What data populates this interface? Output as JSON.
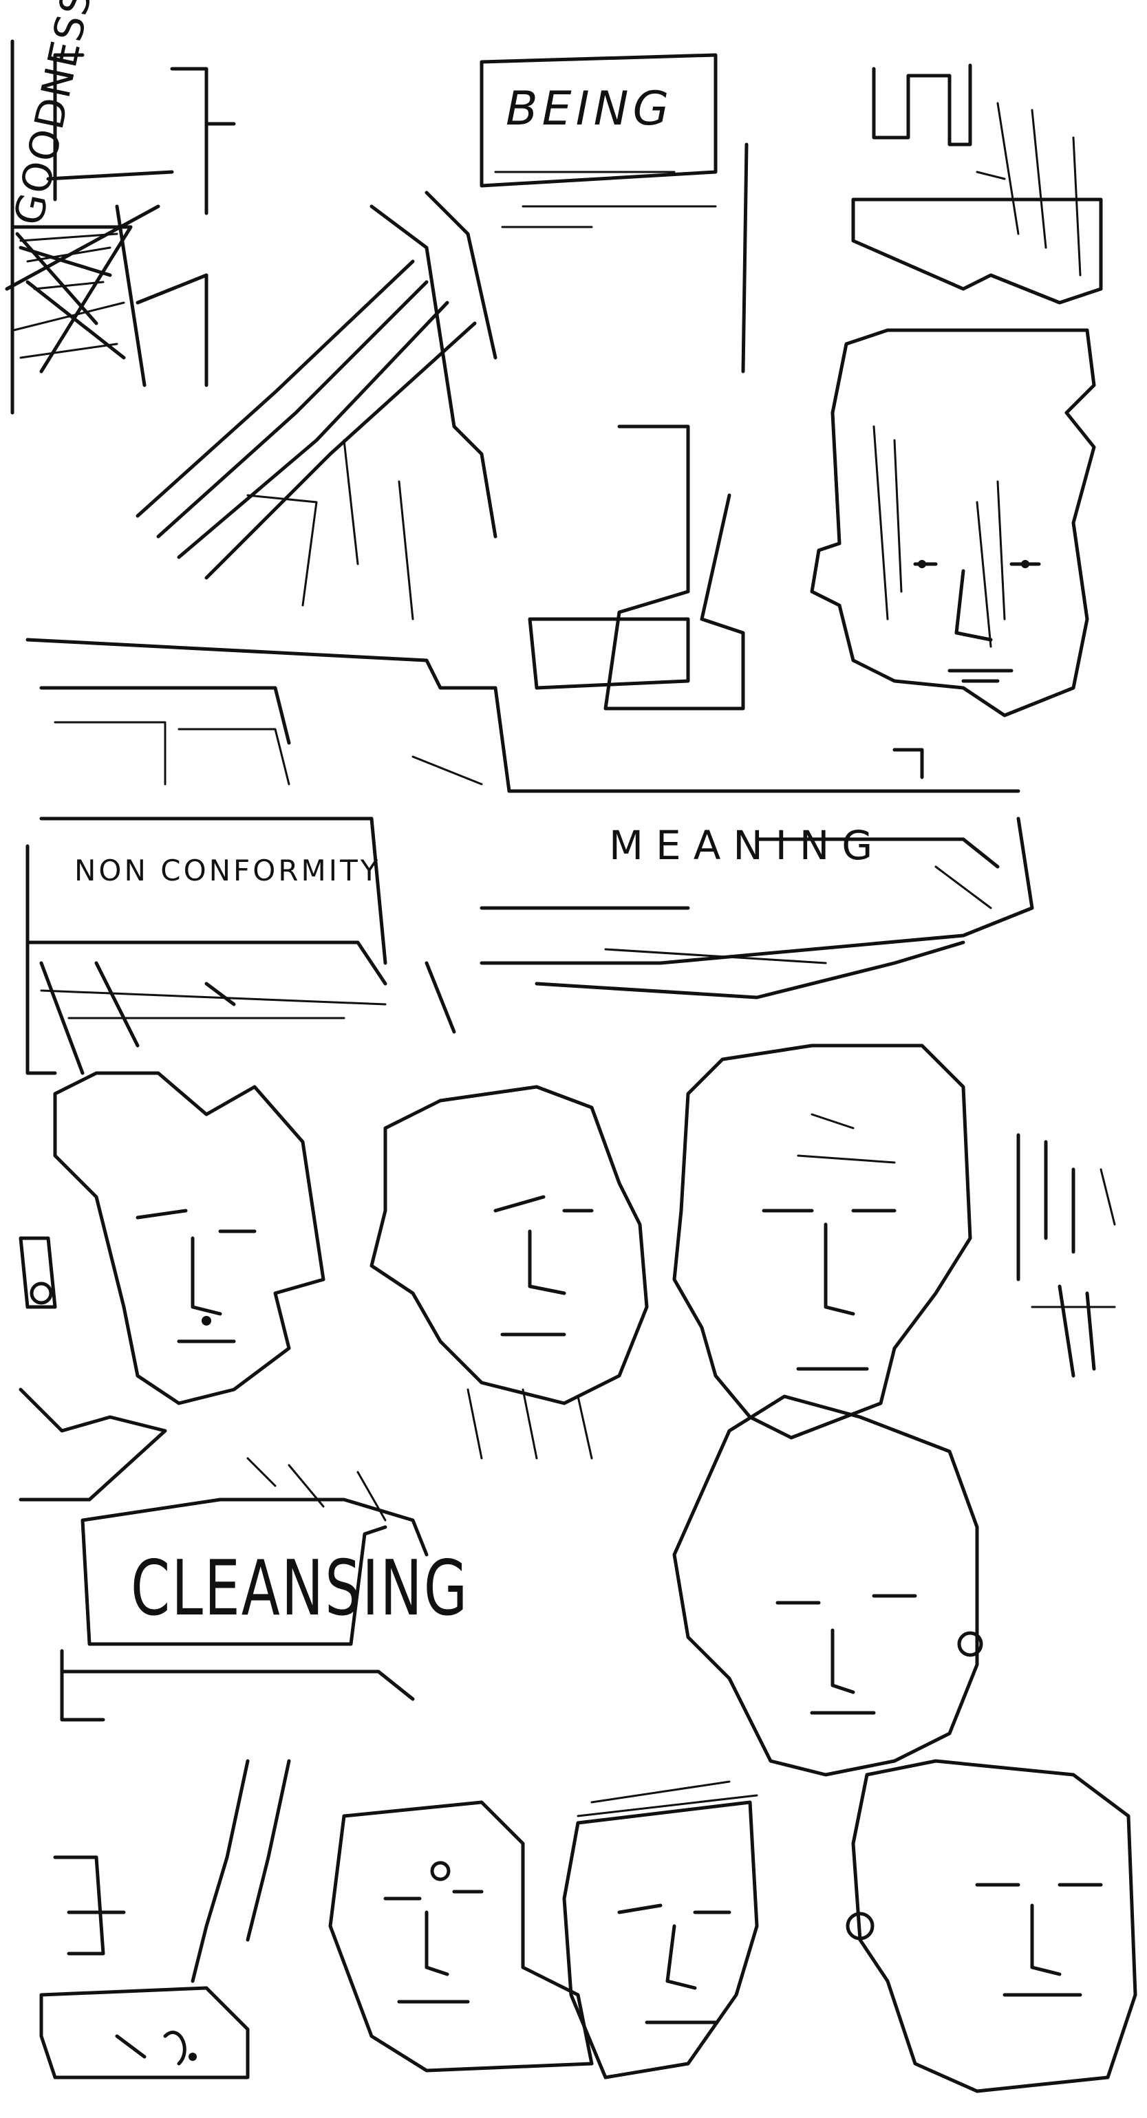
{
  "artwork": {
    "words": {
      "goodness": "GOODNESS",
      "being": "BEING",
      "nonconformity": "NON CONFORMITY",
      "meaning": "MEANING",
      "cleansing": "CLEANSING"
    },
    "palette": {
      "ink": "#111111",
      "paper": "#ffffff"
    }
  }
}
